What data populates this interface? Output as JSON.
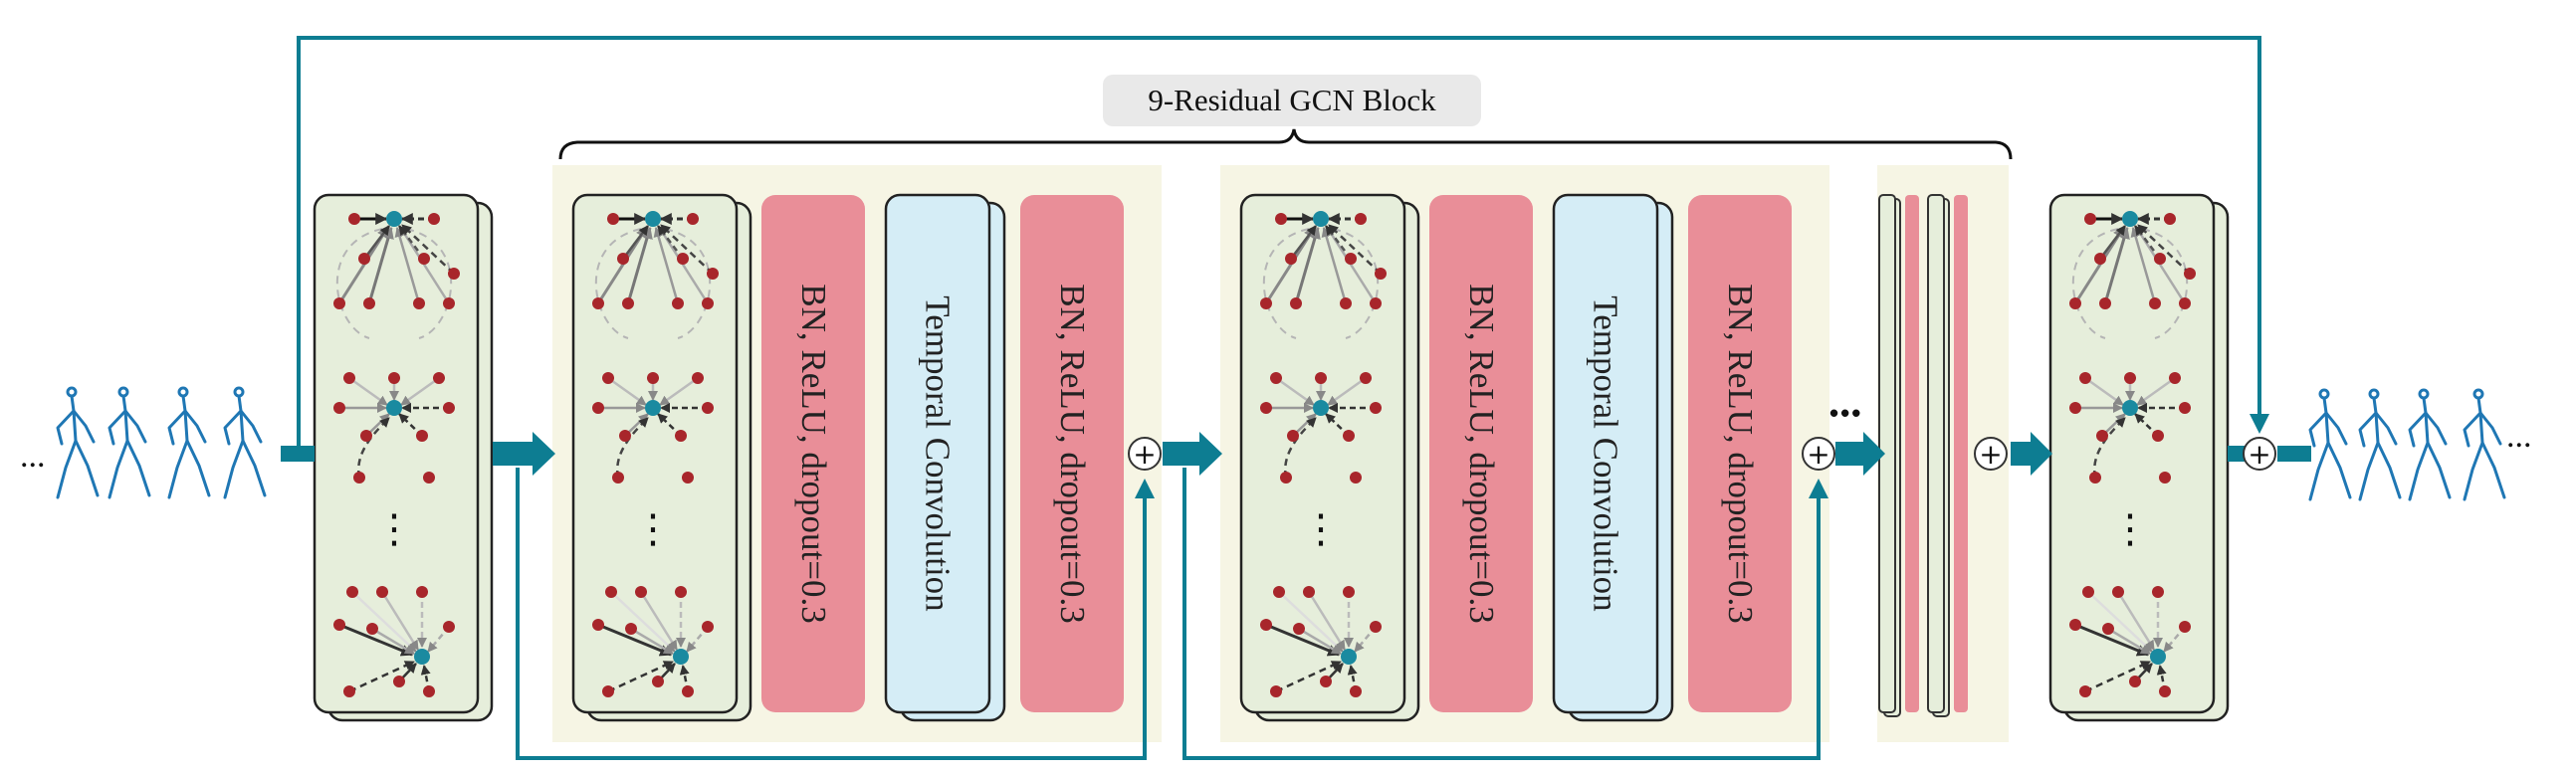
{
  "block_title": "9-Residual GCN Block",
  "layers": {
    "bn_relu_dropout": "BN, ReLU, dropout=0.3",
    "temporal_conv": "Temporal Convolution"
  },
  "ellipsis": "...",
  "continuation": "•••",
  "graph_ellipsis": "⋮",
  "sum_symbol": "+",
  "colors": {
    "arrow_teal": "#0d7d92",
    "block_bg": "#f6f5e4",
    "gcn_green": "#e6eedb",
    "bn_pink": "#e98e98",
    "tconv_blue": "#d5edf6",
    "node_red": "#a8262b",
    "center_node_teal": "#1a8aa0",
    "skeleton_blue": "#1f77b4"
  }
}
